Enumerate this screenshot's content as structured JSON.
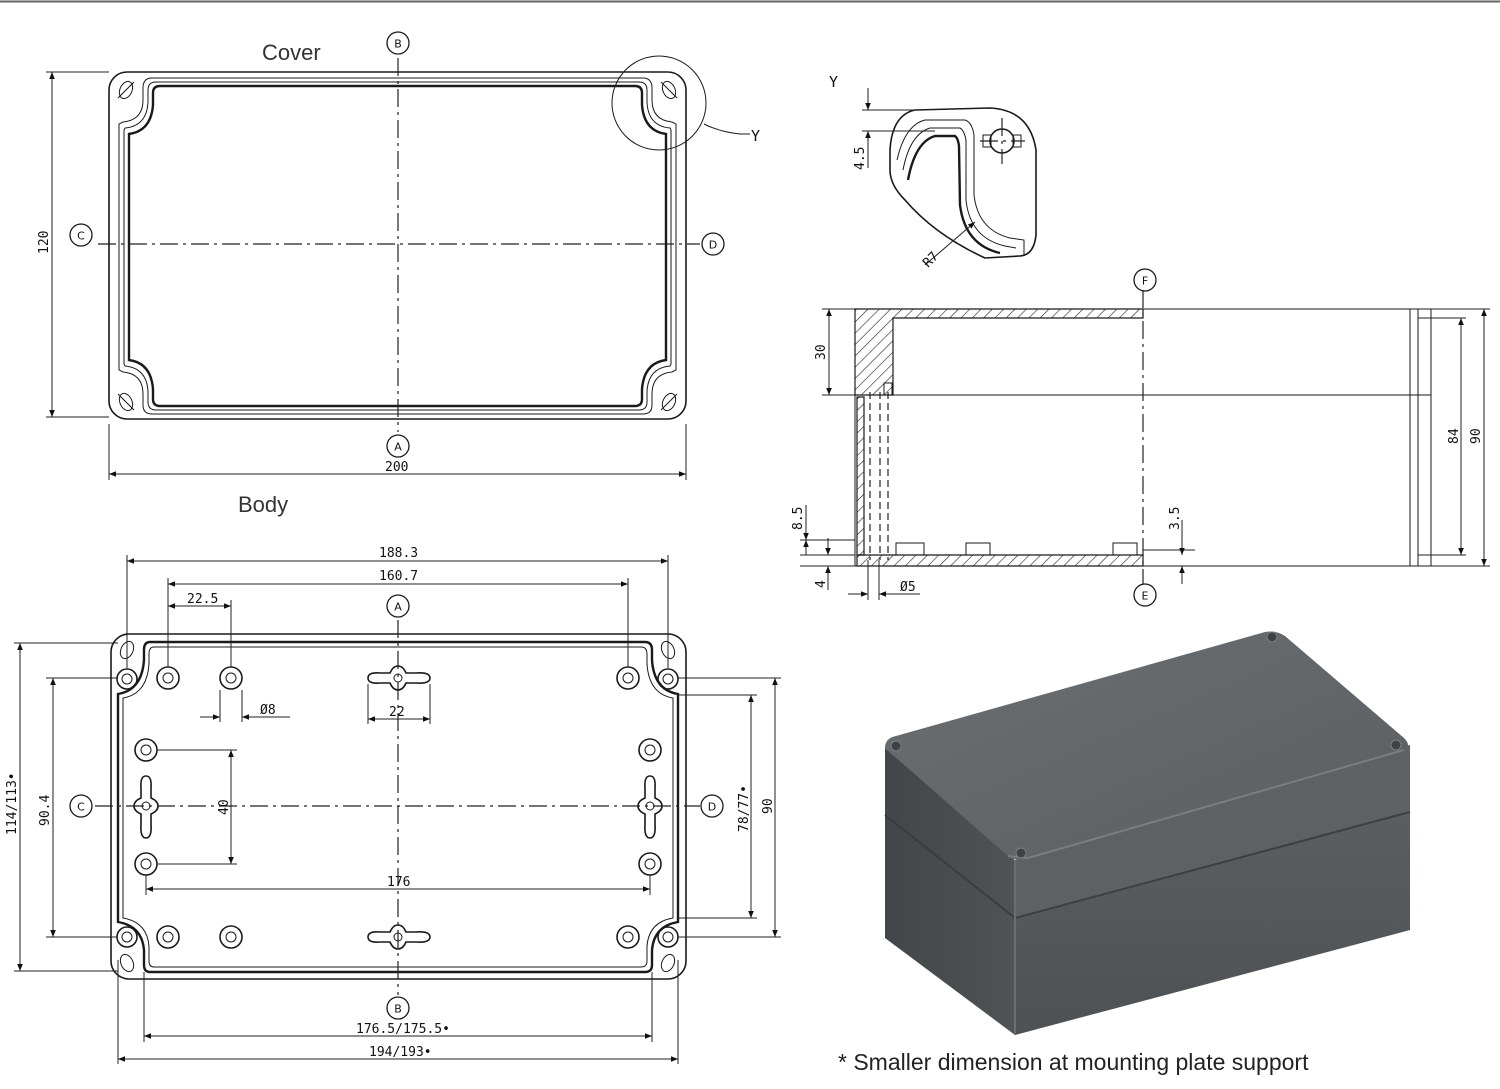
{
  "views": {
    "cover": {
      "title": "Cover"
    },
    "body": {
      "title": "Body"
    },
    "detail": {
      "title": "Y"
    }
  },
  "section_markers": {
    "A": "A",
    "B": "B",
    "C": "C",
    "D": "D",
    "E": "E",
    "F": "F",
    "Y": "Y"
  },
  "dimensions": {
    "cover_width": "200",
    "cover_height": "120",
    "detail_offset": "4.5",
    "detail_radius": "R7",
    "body_outer_width": "188.3",
    "body_hole_span_x": "160.7",
    "body_hole_pitch": "22.5",
    "body_hole_dia": "Ø8",
    "body_slot_len": "22",
    "body_slot_span_y": "40",
    "body_hole_span_long": "176",
    "body_height_left": "114/113•",
    "body_hole_span_y": "90.4",
    "body_inner_height": "78/77•",
    "body_outer_height": "90",
    "body_inner_width": "176.5/175.5•",
    "body_total_width": "194/193•",
    "section_lid_height": "30",
    "section_inner_height": "84",
    "section_total_height": "90",
    "section_boss_height": "8.5",
    "section_floor": "4",
    "section_boss_dia": "Ø5",
    "section_rib": "3.5"
  },
  "footnote": "* Smaller dimension at mounting plate support"
}
